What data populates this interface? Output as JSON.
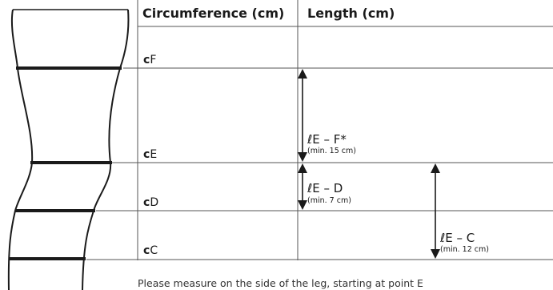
{
  "header": {
    "circumference": "Circumference (cm)",
    "length": "Length (cm)"
  },
  "rows": [
    {
      "prefix": "c",
      "point": "F"
    },
    {
      "prefix": "c",
      "point": "E"
    },
    {
      "prefix": "c",
      "point": "D"
    },
    {
      "prefix": "c",
      "point": "C"
    }
  ],
  "measures": {
    "ef": {
      "symbol": "ℓ",
      "label": "E – F*",
      "note": "(min. 15 cm)"
    },
    "ed": {
      "symbol": "ℓ",
      "label": "E – D",
      "note": "(min. 7 cm)"
    },
    "ec": {
      "symbol": "ℓ",
      "label": "E – C",
      "note": "(min. 12 cm)"
    }
  },
  "footnote": "Please measure on the side of the leg, starting at point E"
}
